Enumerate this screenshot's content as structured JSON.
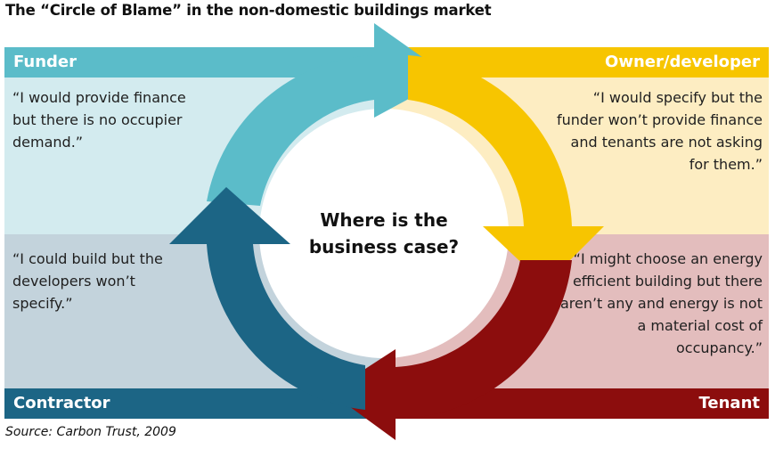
{
  "title": "The “Circle of Blame” in the non-domestic buildings market",
  "source": "Source: Carbon Trust, 2009",
  "center": {
    "line1": "Where is the",
    "line2": "business case?"
  },
  "quadrants": {
    "funder": {
      "label": "Funder",
      "quote": "“I would provide finance but there is no occupier demand.”"
    },
    "owner": {
      "label": "Owner/developer",
      "quote": "“I would specify but the funder won’t provide finance and tenants are not asking for them.”"
    },
    "contractor": {
      "label": "Contractor",
      "quote": "“I could build but the developers won’t specify.”"
    },
    "tenant": {
      "label": "Tenant",
      "quote": "“I might choose an energy efficient building but there aren’t any and energy is not a material cost of occupancy.”"
    }
  },
  "colors": {
    "funder": "#5bbcc9",
    "owner": "#f7c500",
    "contractor": "#1c6585",
    "tenant": "#8c0d0d"
  }
}
